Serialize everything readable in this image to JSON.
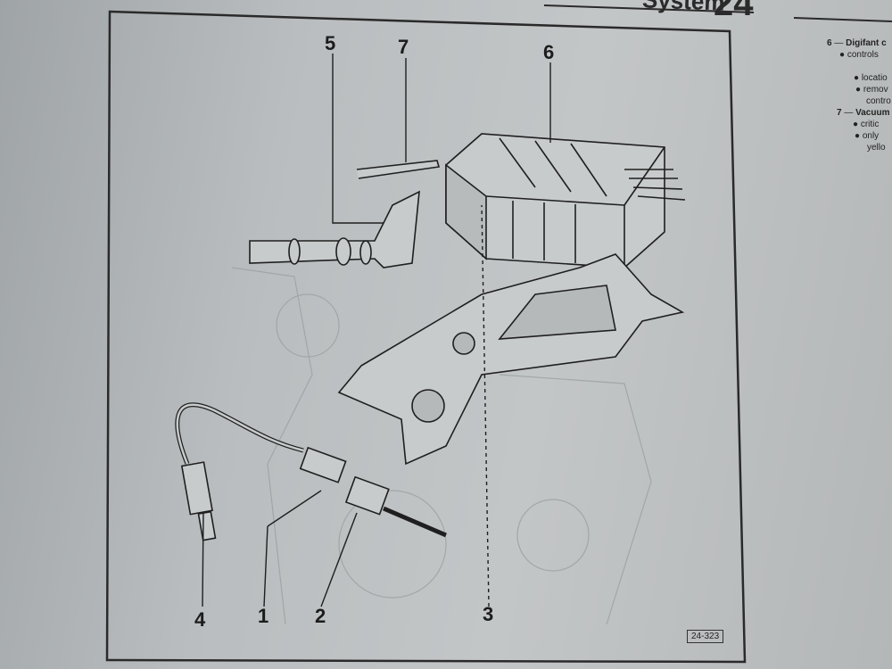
{
  "header": {
    "section_title": "System",
    "chapter_number": "24"
  },
  "figure": {
    "number": "24-323",
    "callouts": [
      "1",
      "2",
      "3",
      "4",
      "5",
      "6",
      "7"
    ]
  },
  "sidebar": {
    "item6": {
      "number": "6",
      "title": "Digifant c",
      "bullets": [
        "controls",
        "locatio",
        "remov",
        "contro"
      ]
    },
    "item7": {
      "number": "7",
      "title": "Vacuum",
      "bullets": [
        "critic",
        "only",
        "yello"
      ]
    }
  }
}
